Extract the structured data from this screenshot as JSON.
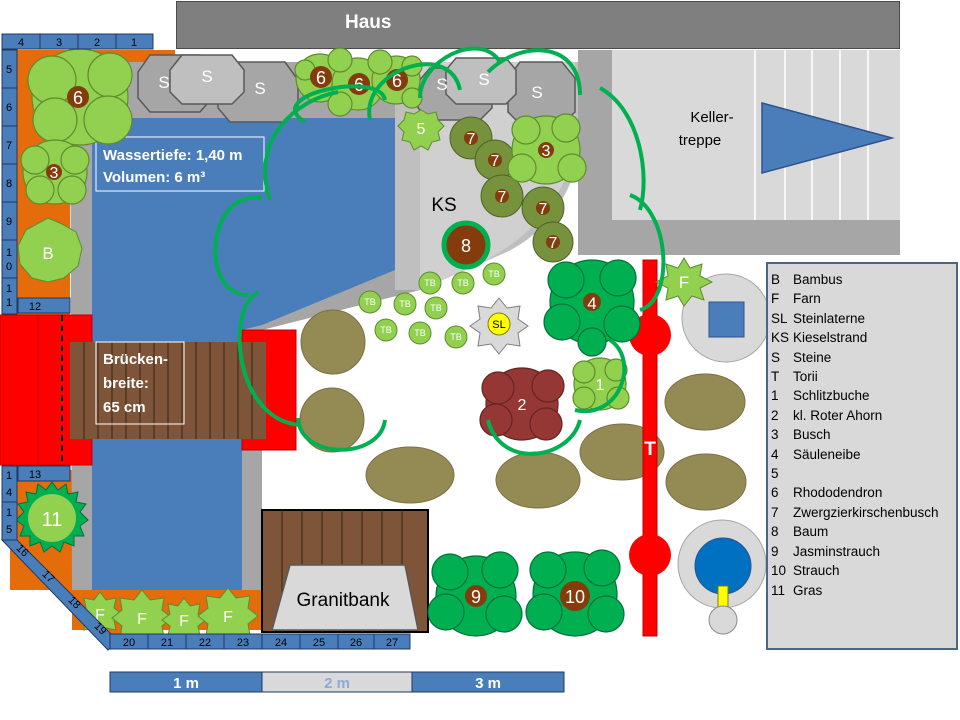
{
  "house_label": "Haus",
  "cellar_label_1": "Keller-",
  "cellar_label_2": "treppe",
  "pond_info_1": "Wassertiefe: 1,40 m",
  "pond_info_2": "Volumen: 6 m³",
  "bridge_info_1": "Brücken-",
  "bridge_info_2": "breite:",
  "bridge_info_3": "65 cm",
  "bench_label": "Granitbank",
  "torii_label": "T",
  "pebble_beach_label": "KS",
  "lantern_label": "SL",
  "stone_label": "S",
  "bamboo_label": "B",
  "fern_label": "F",
  "grass_label": "TB",
  "plant_numbers": {
    "one": "1",
    "two": "2",
    "three": "3",
    "four": "4",
    "five": "5",
    "six": "6",
    "seven": "7",
    "eight": "8",
    "nine": "9",
    "ten": "10",
    "eleven": "11"
  },
  "top_ruler": [
    "4",
    "3",
    "2",
    "1"
  ],
  "left_ruler": [
    "5",
    "6",
    "7",
    "8",
    "9",
    "1\n0",
    "1\n1"
  ],
  "left_ruler_labels": {
    "r5": "5",
    "r6": "6",
    "r7": "7",
    "r8": "8",
    "r9": "9",
    "r10a": "1",
    "r10b": "0",
    "r11a": "1",
    "r11b": "1",
    "r12": "12",
    "r13": "13",
    "r14a": "1",
    "r14b": "4",
    "r15a": "1",
    "r15b": "5"
  },
  "diag_ruler": [
    "16",
    "17",
    "18",
    "19"
  ],
  "bottom_ruler": [
    "20",
    "21",
    "22",
    "23",
    "24",
    "25",
    "26",
    "27"
  ],
  "scale": [
    "1 m",
    "2 m",
    "3 m"
  ],
  "legend": [
    {
      "key": "B",
      "text": "Bambus"
    },
    {
      "key": "F",
      "text": "Farn"
    },
    {
      "key": "SL",
      "text": "Steinlaterne"
    },
    {
      "key": "KS",
      "text": "Kieselstrand"
    },
    {
      "key": "S",
      "text": "Steine"
    },
    {
      "key": "T",
      "text": "Torii"
    },
    {
      "key": "1",
      "text": "Schlitzbuche"
    },
    {
      "key": "2",
      "text": "kl. Roter Ahorn"
    },
    {
      "key": "3",
      "text": "Busch"
    },
    {
      "key": "4",
      "text": " Säuleneibe"
    },
    {
      "key": "5",
      "text": ""
    },
    {
      "key": "6",
      "text": "Rhododendron"
    },
    {
      "key": "7",
      "text": "Zwergzierkirschenbusch"
    },
    {
      "key": "8",
      "text": "Baum"
    },
    {
      "key": "9",
      "text": "Jasminstrauch"
    },
    {
      "key": "10",
      "text": "Strauch"
    },
    {
      "key": "11",
      "text": "Gras"
    }
  ],
  "colors": {
    "water": "#4a7ebb",
    "border_orange": "#e46c0a",
    "path_gray": "#a6a6a6",
    "bridge_red": "#ff0000",
    "wood": "#7f5539",
    "bush_green": "#92d050",
    "tree_green": "#00b050",
    "dark_red": "#953735",
    "stone_olive": "#948a54",
    "plant_brown": "#843c0c"
  }
}
